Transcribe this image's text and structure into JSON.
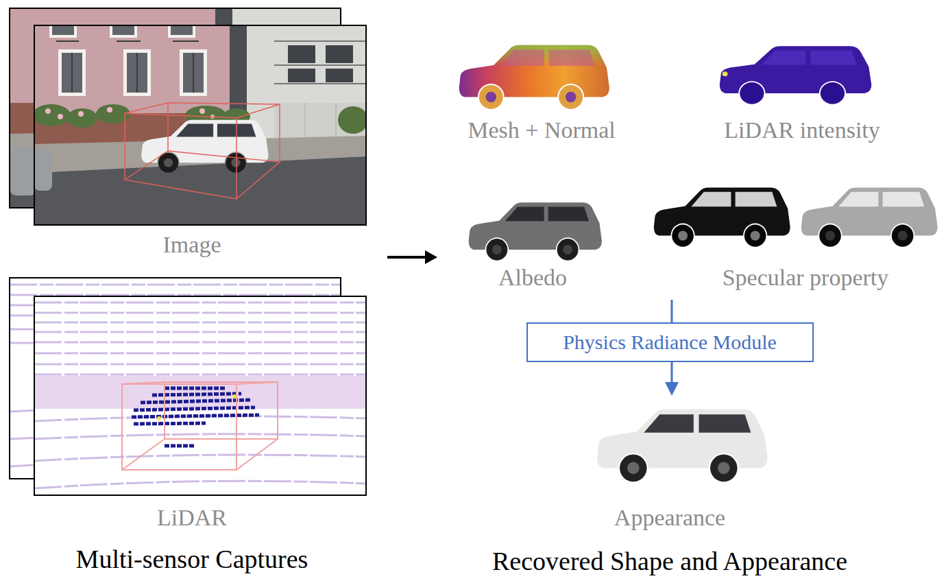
{
  "diagram": {
    "nodes": [
      {
        "text": [
          "Physics Radiance Module"
        ]
      }
    ],
    "labels": [
      "Image",
      "LiDAR",
      "Multi-sensor Captures",
      "Mesh + Normal",
      "LiDAR intensity",
      "Albedo",
      "Specular property",
      "Appearance",
      "Recovered Shape and Appearance"
    ]
  }
}
